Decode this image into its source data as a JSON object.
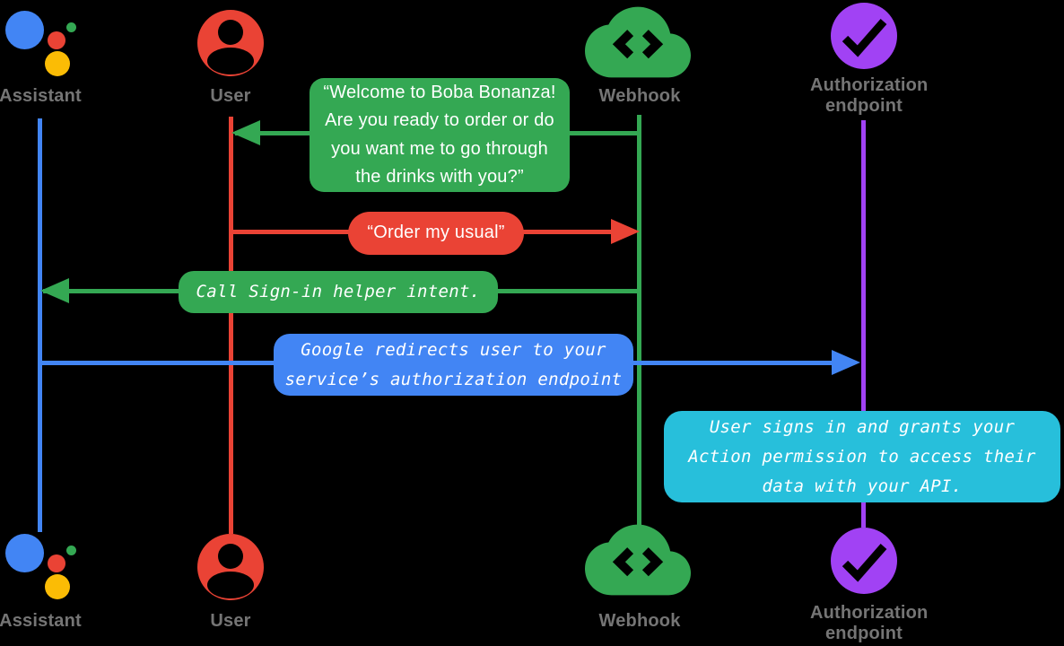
{
  "colors": {
    "background": "#000000",
    "assistant_blue": "#4285F4",
    "user_red": "#EA4335",
    "webhook_green": "#34A853",
    "auth_purple": "#A142F4",
    "note_cyan": "#27BFDB",
    "logo_yellow": "#FBBC05",
    "label_gray": "#757575",
    "bubble_text": "#FFFFFF"
  },
  "actors": {
    "assistant": {
      "label": "Assistant",
      "icon": "google-assistant-icon",
      "color": "#4285F4"
    },
    "user": {
      "label": "User",
      "icon": "user-icon",
      "color": "#EA4335"
    },
    "webhook": {
      "label": "Webhook",
      "icon": "cloud-code-icon",
      "color": "#34A853"
    },
    "auth": {
      "label_line1": "Authorization",
      "label_line2": "endpoint",
      "icon": "check-circle-icon",
      "color": "#A142F4"
    }
  },
  "messages": {
    "welcome": {
      "from": "Webhook",
      "to": "User",
      "color": "#34A853",
      "lines": [
        "“Welcome to Boba Bonanza!",
        "Are you ready to order or do",
        "you want me to go through",
        "the drinks with you?”"
      ]
    },
    "order": {
      "from": "User",
      "to": "Webhook",
      "color": "#EA4335",
      "text": "“Order my usual”"
    },
    "signin": {
      "from": "Webhook",
      "to": "Assistant",
      "color": "#34A853",
      "text": "Call Sign-in helper intent."
    },
    "redirect": {
      "from": "Assistant",
      "to": "Authorization endpoint",
      "color": "#4285F4",
      "lines": [
        "Google redirects user to your",
        "service’s authorization endpoint"
      ]
    },
    "grant": {
      "at": "Authorization endpoint",
      "color": "#27BFDB",
      "lines": [
        "User signs in and grants your",
        "Action permission to access their",
        "data with your API."
      ]
    }
  }
}
